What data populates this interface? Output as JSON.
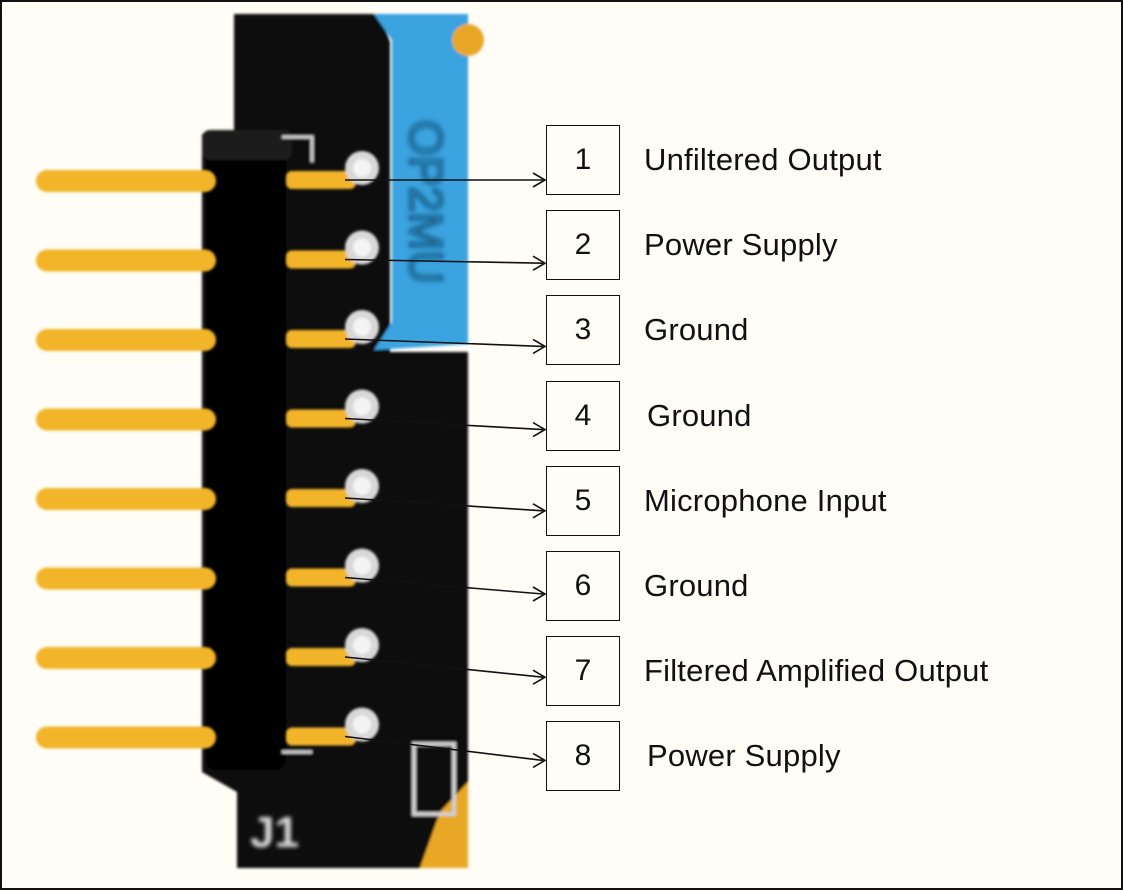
{
  "colors": {
    "background": "#fffdf6",
    "header_body": "#0b0b0b",
    "pin_gold": "#f2b52a",
    "pcb_blue": "#3aa3df",
    "pad_silver": "#d8d8d8",
    "silkscreen": "#ffffff"
  },
  "board": {
    "connector_label": "J1",
    "chip_marking": "OP2MU"
  },
  "pins": [
    {
      "number": "1",
      "label": "Unfiltered Output"
    },
    {
      "number": "2",
      "label": "Power Supply"
    },
    {
      "number": "3",
      "label": "Ground"
    },
    {
      "number": "4",
      "label": "Ground"
    },
    {
      "number": "5",
      "label": "Microphone Input"
    },
    {
      "number": "6",
      "label": "Ground"
    },
    {
      "number": "7",
      "label": "Filtered Amplified Output"
    },
    {
      "number": "8",
      "label": "Power Supply"
    }
  ]
}
